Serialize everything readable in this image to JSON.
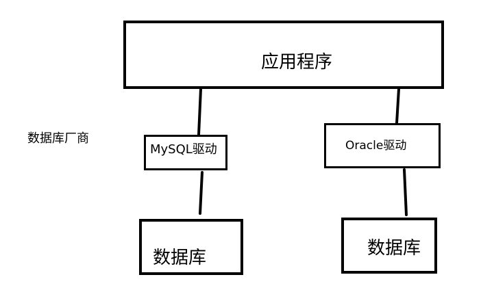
{
  "labels": {
    "application": "应用程序",
    "mysql_driver": "MySQL驱动",
    "oracle_driver": "Oracle驱动",
    "database_left": "数据库",
    "database_right": "数据库",
    "vendor": "数据库厂商"
  },
  "colors": {
    "stroke": "#000000",
    "background": "#ffffff"
  }
}
